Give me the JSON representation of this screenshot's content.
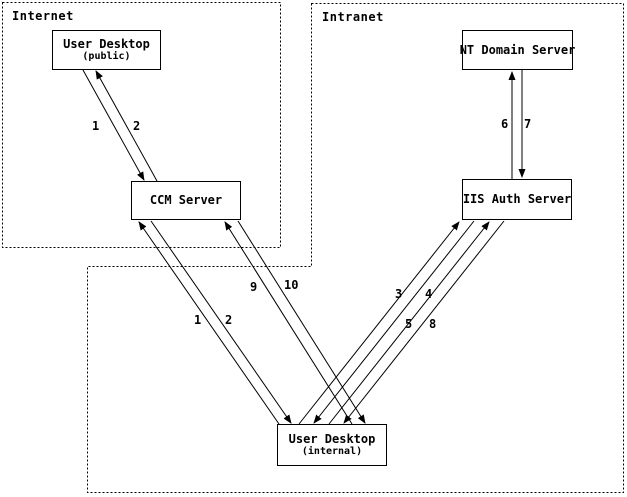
{
  "diagram": {
    "background": "#ffffff",
    "line_color": "#000000",
    "zones": {
      "internet": {
        "label": "Internet"
      },
      "intranet": {
        "label": "Intranet"
      }
    },
    "nodes": {
      "user_desktop_public": {
        "title": "User Desktop",
        "subtitle": "(public)"
      },
      "ccm_server": {
        "title": "CCM Server"
      },
      "nt_domain_server": {
        "title": "NT Domain Server"
      },
      "iis_auth_server": {
        "title": "IIS Auth Server"
      },
      "user_desktop_internal": {
        "title": "User Desktop",
        "subtitle": "(internal)"
      }
    },
    "edge_labels": {
      "a1": "1",
      "a2": "2",
      "b1": "1",
      "b2": "2",
      "c1": "9",
      "c2": "10",
      "n6": "6",
      "n7": "7",
      "i3": "3",
      "i4": "4",
      "i5": "5",
      "i8": "8"
    }
  }
}
